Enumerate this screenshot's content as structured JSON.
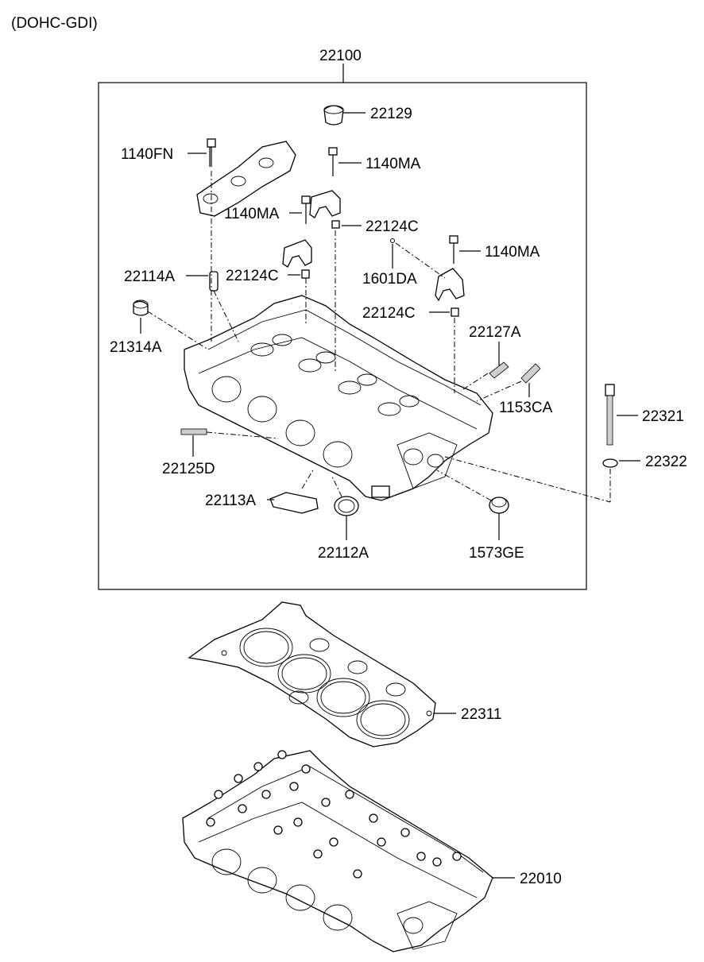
{
  "header": {
    "engine_variant": "(DOHC-GDI)"
  },
  "labels": {
    "assembly": "22100",
    "plug_22129": "22129",
    "bolt_1140FN": "1140FN",
    "bolt_1140MA_a": "1140MA",
    "bolt_1140MA_b": "1140MA",
    "dowel_22124C_a": "22124C",
    "bolt_1140MA_c": "1140MA",
    "pin_1601DA": "1601DA",
    "guide_22114A": "22114A",
    "dowel_22124C_b": "22124C",
    "dowel_22124C_c": "22124C",
    "plug_21314A": "21314A",
    "stud_22127A": "22127A",
    "stud_1153CA": "1153CA",
    "bolt_22321": "22321",
    "washer_22322": "22322",
    "stud_22125D": "22125D",
    "gasket_22113A": "22113A",
    "seal_22112A": "22112A",
    "plug_1573GE": "1573GE",
    "head_gasket": "22311",
    "head_assembly": "22010"
  }
}
